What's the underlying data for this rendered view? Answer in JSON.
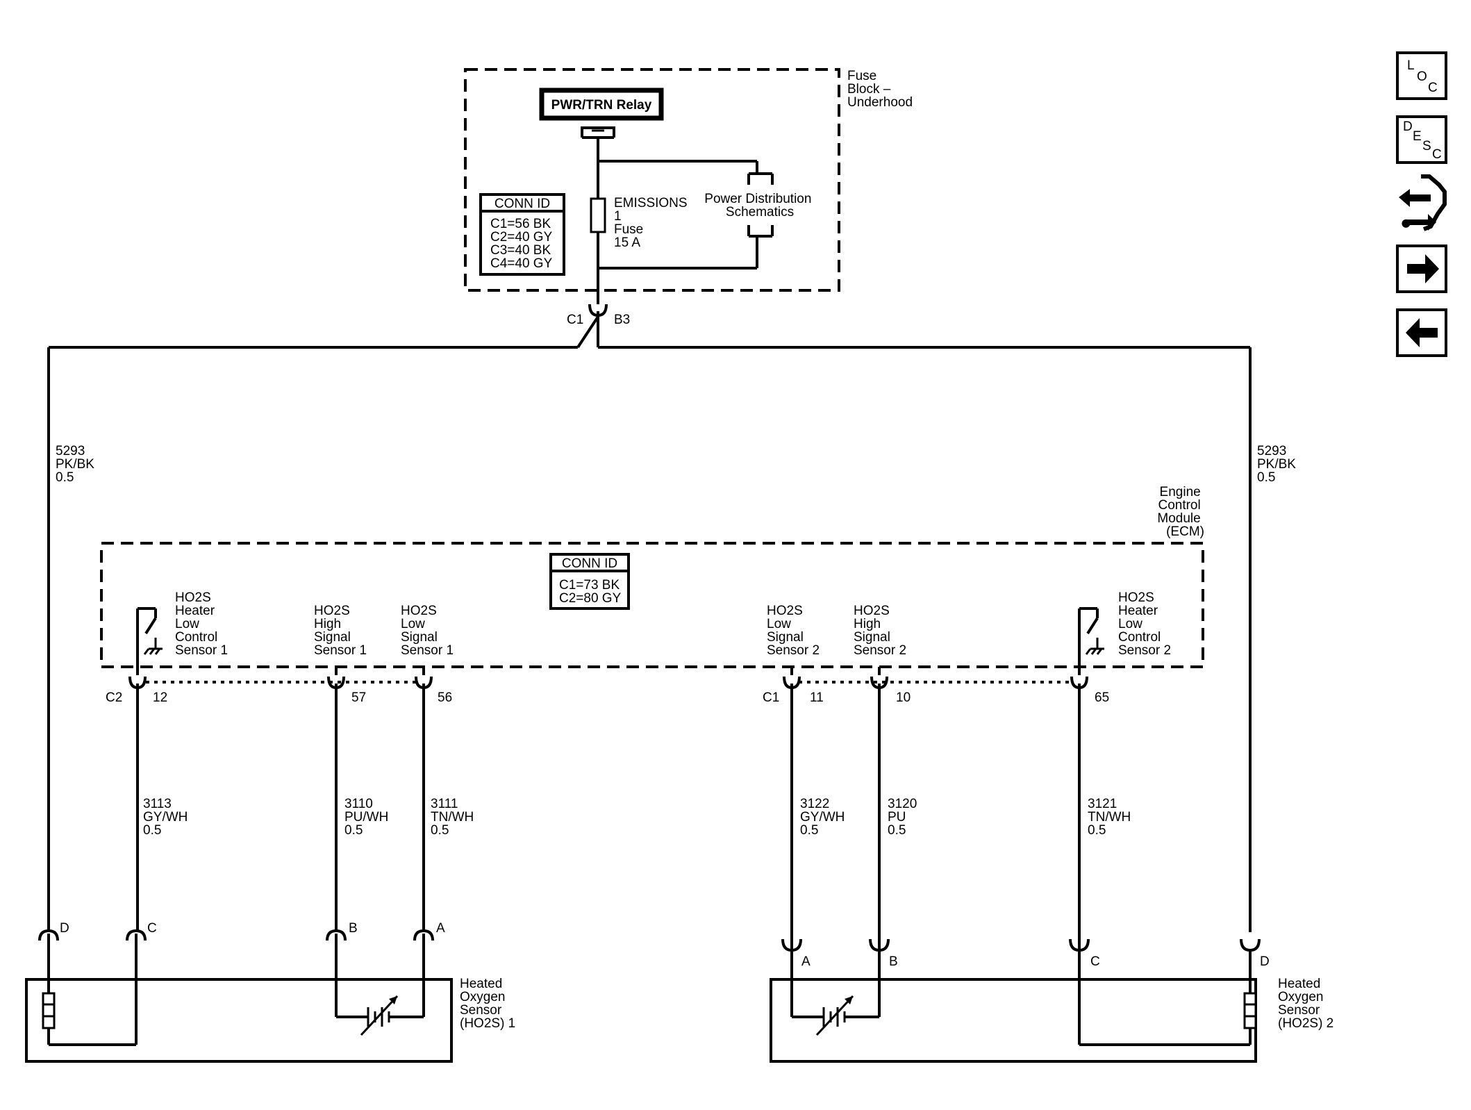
{
  "fuse_block": {
    "title": [
      "Fuse",
      "Block –",
      "Underhood"
    ],
    "relay": "PWR/TRN Relay",
    "fuse": [
      "EMISSIONS",
      "1",
      "Fuse",
      "15 A"
    ],
    "power_distribution": [
      "Power Distribution",
      "Schematics"
    ],
    "conn_id_title": "CONN ID",
    "conn_id": [
      "C1=56 BK",
      "C2=40 GY",
      "C3=40 BK",
      "C4=40 GY"
    ],
    "connector": "C1",
    "pin": "B3"
  },
  "feed_wire_left": [
    "5293",
    "PK/BK",
    "0.5"
  ],
  "feed_wire_right": [
    "5293",
    "PK/BK",
    "0.5"
  ],
  "ecm": {
    "title": [
      "Engine",
      "Control",
      "Module",
      "(ECM)"
    ],
    "conn_id_title": "CONN ID",
    "conn_id": [
      "C1=73 BK",
      "C2=80 GY"
    ],
    "sensor1_heater_label": [
      "HO2S",
      "Heater",
      "Low",
      "Control",
      "Sensor 1"
    ],
    "sensor1_high_label": [
      "HO2S",
      "High",
      "Signal",
      "Sensor 1"
    ],
    "sensor1_low_label": [
      "HO2S",
      "Low",
      "Signal",
      "Sensor 1"
    ],
    "sensor2_low_label": [
      "HO2S",
      "Low",
      "Signal",
      "Sensor 2"
    ],
    "sensor2_high_label": [
      "HO2S",
      "High",
      "Signal",
      "Sensor 2"
    ],
    "sensor2_heater_label": [
      "HO2S",
      "Heater",
      "Low",
      "Control",
      "Sensor 2"
    ],
    "connector_left": "C2",
    "connector_right": "C1",
    "pins": {
      "s1_heater": "12",
      "s1_high": "57",
      "s1_low": "56",
      "s2_low": "11",
      "s2_high": "10",
      "s2_heater": "65"
    }
  },
  "wires": {
    "w3113": [
      "3113",
      "GY/WH",
      "0.5"
    ],
    "w3110": [
      "3110",
      "PU/WH",
      "0.5"
    ],
    "w3111": [
      "3111",
      "TN/WH",
      "0.5"
    ],
    "w3122": [
      "3122",
      "GY/WH",
      "0.5"
    ],
    "w3120": [
      "3120",
      "PU",
      "0.5"
    ],
    "w3121": [
      "3121",
      "TN/WH",
      "0.5"
    ]
  },
  "sensor1": {
    "title": [
      "Heated",
      "Oxygen",
      "Sensor",
      "(HO2S) 1"
    ],
    "pins": {
      "d": "D",
      "c": "C",
      "b": "B",
      "a": "A"
    }
  },
  "sensor2": {
    "title": [
      "Heated",
      "Oxygen",
      "Sensor",
      "(HO2S) 2"
    ],
    "pins": {
      "a": "A",
      "b": "B",
      "c": "C",
      "d": "D"
    }
  },
  "nav": {
    "loc": [
      "L",
      "O",
      "C"
    ],
    "desc": [
      "D",
      "E",
      "S",
      "C"
    ],
    "icons": [
      "connector-tool-icon",
      "next-arrow-icon",
      "previous-arrow-icon"
    ]
  }
}
